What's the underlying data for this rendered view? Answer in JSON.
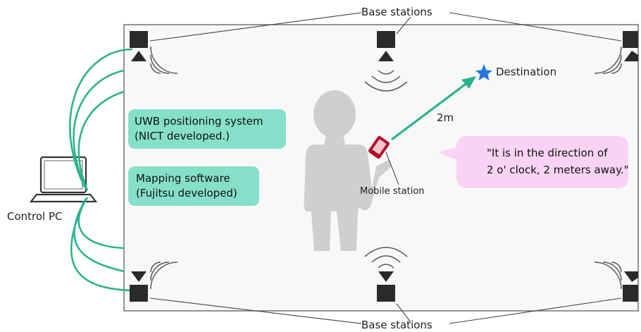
{
  "labels": {
    "base_stations_top": "Base stations",
    "base_stations_bottom": "Base stations",
    "destination": "Destination",
    "distance": "2m",
    "control_pc": "Control PC",
    "mobile_station": "Mobile station"
  },
  "systems": {
    "uwb_line1": "UWB positioning system",
    "uwb_line2": "(NICT developed.)",
    "mapping_line1": "Mapping software",
    "mapping_line2": "(Fujitsu developed)"
  },
  "speech": {
    "line1": "\"It is in the direction of",
    "line2": "2 o' clock, 2 meters away.\""
  },
  "colors": {
    "cable": "#2bb38e",
    "system_box": "#86e0c9",
    "speech_bubble": "#f9d3f3",
    "arrow": "#2bb38e",
    "star": "#2277dd",
    "speaker": "#d81b7a"
  }
}
